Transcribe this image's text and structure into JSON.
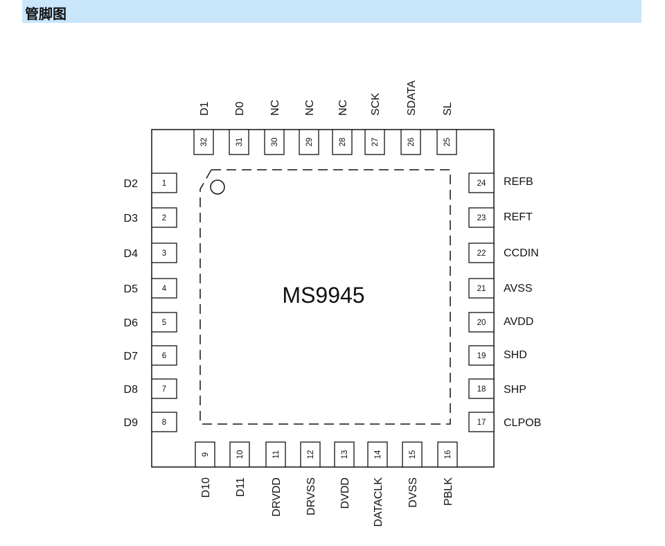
{
  "header": {
    "title": "管脚图"
  },
  "chip": {
    "name": "MS9945"
  },
  "pins": {
    "left": [
      {
        "num": "1",
        "label": "D2"
      },
      {
        "num": "2",
        "label": "D3"
      },
      {
        "num": "3",
        "label": "D4"
      },
      {
        "num": "4",
        "label": "D5"
      },
      {
        "num": "5",
        "label": "D6"
      },
      {
        "num": "6",
        "label": "D7"
      },
      {
        "num": "7",
        "label": "D8"
      },
      {
        "num": "8",
        "label": "D9"
      }
    ],
    "bottom": [
      {
        "num": "9",
        "label": "D10"
      },
      {
        "num": "10",
        "label": "D11"
      },
      {
        "num": "11",
        "label": "DRVDD"
      },
      {
        "num": "12",
        "label": "DRVSS"
      },
      {
        "num": "13",
        "label": "DVDD"
      },
      {
        "num": "14",
        "label": "DATACLK"
      },
      {
        "num": "15",
        "label": "DVSS"
      },
      {
        "num": "16",
        "label": "PBLK"
      }
    ],
    "right": [
      {
        "num": "17",
        "label": "CLPOB"
      },
      {
        "num": "18",
        "label": "SHP"
      },
      {
        "num": "19",
        "label": "SHD"
      },
      {
        "num": "20",
        "label": "AVDD"
      },
      {
        "num": "21",
        "label": "AVSS"
      },
      {
        "num": "22",
        "label": "CCDIN"
      },
      {
        "num": "23",
        "label": "REFT"
      },
      {
        "num": "24",
        "label": "REFB"
      }
    ],
    "top": [
      {
        "num": "25",
        "label": "SL"
      },
      {
        "num": "26",
        "label": "SDATA"
      },
      {
        "num": "27",
        "label": "SCK"
      },
      {
        "num": "28",
        "label": "NC"
      },
      {
        "num": "29",
        "label": "NC"
      },
      {
        "num": "30",
        "label": "NC"
      },
      {
        "num": "31",
        "label": "D0"
      },
      {
        "num": "32",
        "label": "D1"
      }
    ]
  }
}
